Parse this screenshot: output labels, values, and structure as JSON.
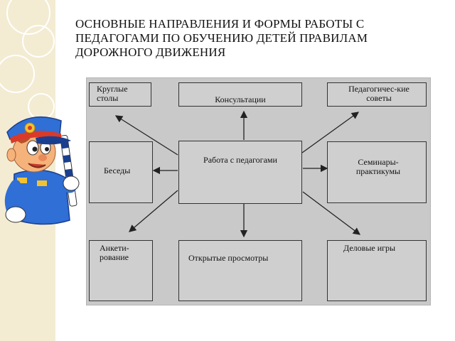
{
  "title": "ОСНОВНЫЕ НАПРАВЛЕНИЯ И ФОРМЫ РАБОТЫ С ПЕДАГОГАМИ ПО ОБУЧЕНИЮ ДЕТЕЙ ПРАВИЛАМ ДОРОЖНОГО ДВИЖЕНИЯ",
  "diagram": {
    "center": "Работа с педагогами",
    "top_left": "Круглые столы",
    "top_center": "Консультации",
    "top_right": "Педагогичес-кие советы",
    "middle_left": "Беседы",
    "middle_right": "Семинары-практикумы",
    "bottom_left": "Анкети-рование",
    "bottom_center": "Открытые просмотры",
    "bottom_right": "Деловые игры"
  },
  "colors": {
    "background": "#ffffff",
    "stripe": "#f3ecd2",
    "panel": "#c9c9c9",
    "box_fill": "#cfcfcf",
    "box_border": "#333333",
    "arrow": "#222222",
    "uniform": "#2f6fd6"
  },
  "illustration": "cartoon-traffic-policeman"
}
